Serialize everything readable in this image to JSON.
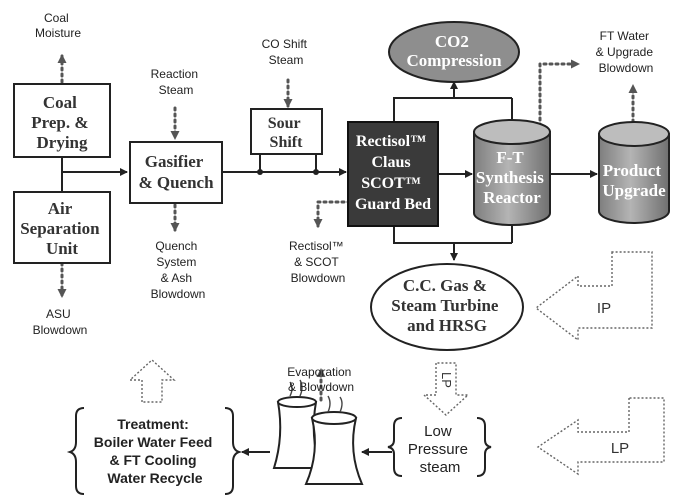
{
  "labels": {
    "coal_moisture": [
      "Coal",
      "Moisture"
    ],
    "coal_prep": [
      "Coal",
      "Prep. &",
      "Drying"
    ],
    "asu": [
      "Air",
      "Separation",
      "Unit"
    ],
    "asu_blowdown": [
      "ASU",
      "Blowdown"
    ],
    "reaction_steam": [
      "Reaction",
      "Steam"
    ],
    "gasifier": [
      "Gasifier",
      "& Quench"
    ],
    "quench_blowdown": [
      "Quench",
      "System",
      "& Ash",
      "Blowdown"
    ],
    "co_shift_steam": [
      "CO Shift",
      "Steam"
    ],
    "sour_shift": [
      "Sour",
      "Shift"
    ],
    "rectisol_unit": [
      "Rectisol™",
      "Claus",
      "SCOT™",
      "Guard Bed"
    ],
    "rectisol_blowdown": [
      "Rectisol™",
      "& SCOT",
      "Blowdown"
    ],
    "co2": [
      "CO2",
      "Compression"
    ],
    "ft_reactor": [
      "F-T",
      "Synthesis",
      "Reactor"
    ],
    "product": [
      "Product",
      "Upgrade"
    ],
    "ft_water": [
      "FT Water",
      "& Upgrade",
      "Blowdown"
    ],
    "ccgas": [
      "C.C. Gas &",
      "Steam Turbine",
      "and HRSG"
    ],
    "ip": "IP",
    "lp_down": "LP",
    "lp_right": "LP",
    "evaporation": [
      "Evaporation",
      "& Blowdown"
    ],
    "low_pressure": [
      "Low",
      "Pressure",
      "steam"
    ],
    "treatment": [
      "Treatment:",
      "Boiler Water Feed",
      "& FT Cooling",
      "Water Recycle"
    ]
  },
  "colors": {
    "cylinder": "#9c9c9c",
    "guard_bed": "#3a3a3a",
    "co2": "#8e8e8e"
  }
}
